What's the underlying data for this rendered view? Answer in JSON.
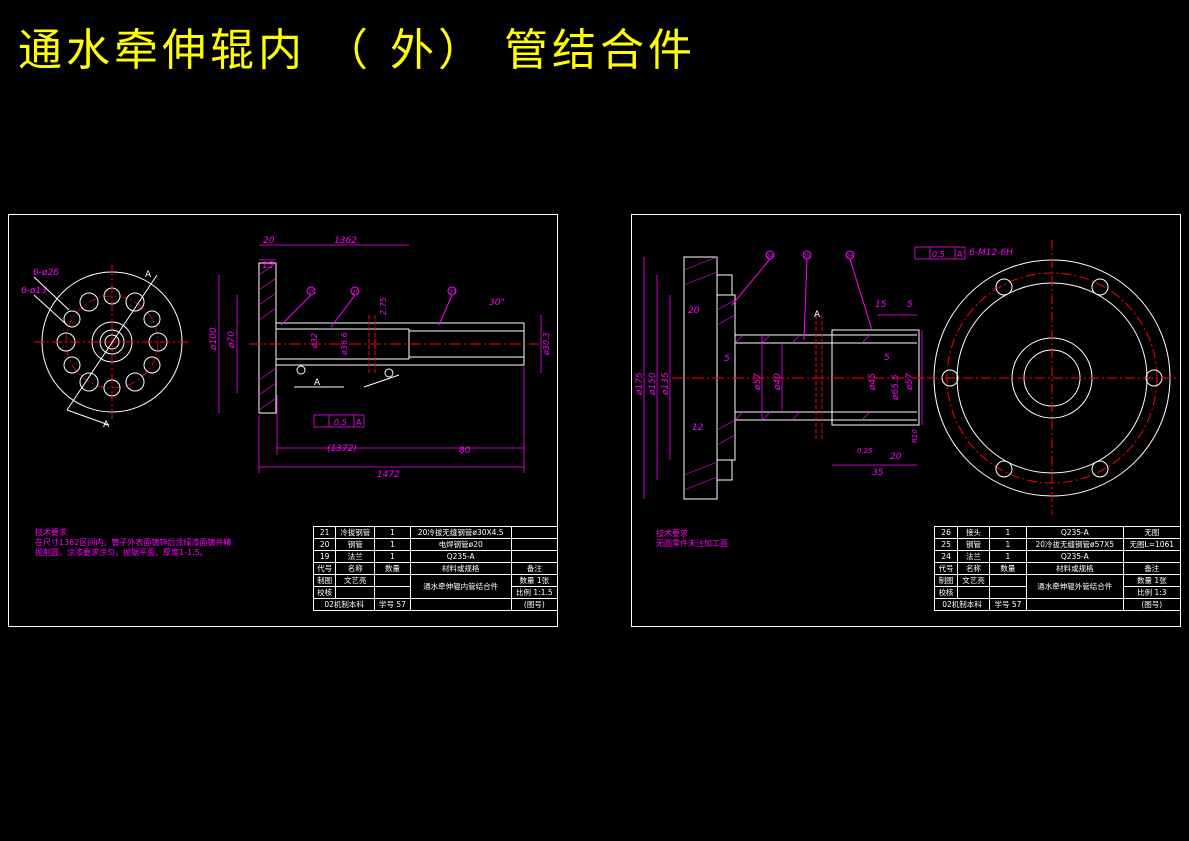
{
  "title": "通水牵伸辊内 （ 外） 管结合件",
  "left_sheet": {
    "tech_notes": [
      "技术要求",
      "在尺寸1362区间内，管子外表面镀锌后涂绿漆面镀并精",
      "抛削圆，涂漆要求涂匀，抛锯平面，厚度1-1.5。"
    ],
    "dims": {
      "d1": "6-ø26",
      "d2": "6-ø13",
      "d3": "20",
      "d4": "1362",
      "d5": "15",
      "d6": "ø100",
      "d7": "ø70",
      "d8": "ø32",
      "d9": "ø36.6",
      "d10": "2.75",
      "d11": "30°",
      "d12": "ø30.3",
      "d13": "0.5",
      "d14": "A",
      "d15": "(1372)",
      "d16": "80",
      "d17": "1472",
      "d18": "A",
      "d19": "A",
      "d20": "A"
    },
    "balloons": [
      "19",
      "20",
      "21"
    ],
    "table": {
      "rows": [
        [
          "21",
          "冷拔钢管",
          "1",
          "20冷拔无缝钢管ø30X4.5",
          ""
        ],
        [
          "20",
          "钢管",
          "1",
          "电焊钢管ø20",
          ""
        ],
        [
          "19",
          "法兰",
          "1",
          "Q235-A",
          ""
        ]
      ],
      "header": [
        "代号",
        "名称",
        "数量",
        "材料或规格",
        "备注"
      ],
      "drawn": "制图",
      "drawer": "文艺亮",
      "checked": "校核",
      "part_name": "通水牵伸辊内管结合件",
      "qty_label": "数量",
      "qty_val": "1张",
      "scale_label": "比例",
      "scale_val": "1:1.5",
      "class_label": "02机制本科",
      "student_label": "学号 57",
      "drawing_no": "(图号)"
    }
  },
  "right_sheet": {
    "tech_notes": [
      "技术要求",
      "无圆零件未注加工面"
    ],
    "dims": {
      "d1": "0.5",
      "d2": "A",
      "d3": "6-M12-6H",
      "d4": "15",
      "d5": "5",
      "d6": "ø175",
      "d7": "ø150",
      "d8": "ø135",
      "d9": "ø57",
      "d10": "ø40",
      "d11": "ø45",
      "d12": "ø65.5",
      "d13": "ø57",
      "d14": "A",
      "d15": "12",
      "d16": "20",
      "d17": "5",
      "d18": "35",
      "d19": "20",
      "d20": "5",
      "d21": "0.25",
      "d22": "R10"
    },
    "balloons": [
      "24",
      "25",
      "26"
    ],
    "table": {
      "rows": [
        [
          "26",
          "接头",
          "1",
          "Q235-A",
          "无图"
        ],
        [
          "25",
          "钢管",
          "1",
          "20冷拔无缝钢管ø57X5",
          "无图L=1061"
        ],
        [
          "24",
          "法兰",
          "1",
          "Q235-A",
          ""
        ]
      ],
      "header": [
        "代号",
        "名称",
        "数量",
        "材料或规格",
        "备注"
      ],
      "drawn": "制图",
      "drawer": "文艺亮",
      "checked": "校核",
      "part_name": "通水牵伸辊外管结合件",
      "qty_label": "数量",
      "qty_val": "1张",
      "scale_label": "比例",
      "scale_val": "1:3",
      "class_label": "02机制本科",
      "student_label": "学号 57",
      "drawing_no": "(图号)"
    }
  },
  "colors": {
    "title": "#ffff00",
    "outline": "#ffffff",
    "dimension": "#ff00ff",
    "centerline": "#ff0000",
    "hatch": "#ff00ff"
  }
}
